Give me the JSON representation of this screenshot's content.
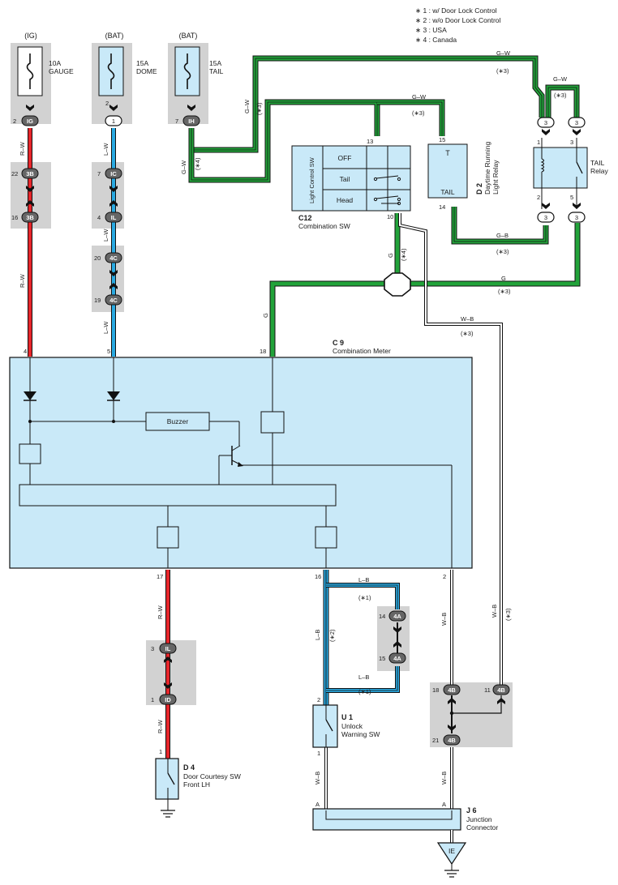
{
  "notes": [
    "∗ 1 : w/ Door Lock Control",
    "∗ 2 : w/o Door Lock Control",
    "∗ 3 : USA",
    "∗ 4 : Canada"
  ],
  "fuses": [
    {
      "source": "(IG)",
      "rating": "10A",
      "name": "GAUGE"
    },
    {
      "source": "(BAT)",
      "rating": "15A",
      "name": "DOME"
    },
    {
      "source": "(BAT)",
      "rating": "15A",
      "name": "TAIL"
    }
  ],
  "connectors": {
    "ig": "IG",
    "one": "1",
    "ih": "IH",
    "c3b": "3B",
    "ic": "IC",
    "il": "IL",
    "c4c": "4C",
    "c4a": "4A",
    "c4b": "4B",
    "id": "ID",
    "three": "3",
    "ie": "IE"
  },
  "pins": {
    "p2": "2",
    "p1": "1",
    "p7": "7",
    "p22": "22",
    "p16": "16",
    "p4": "4",
    "p20": "20",
    "p19": "19",
    "p5": "5",
    "p18": "18",
    "p13": "13",
    "p10": "10",
    "p15": "15",
    "p14": "14",
    "p3": "3",
    "p17": "17",
    "p11": "11",
    "p21": "21"
  },
  "wires": {
    "rw": "R–W",
    "lw": "L–W",
    "gw": "G–W",
    "g": "G",
    "gb": "G–B",
    "wb": "W–B",
    "lb": "L–B",
    "a": "A"
  },
  "variants": {
    "v1": "(∗1)",
    "v2": "(∗2)",
    "v3": "(∗3)",
    "v4": "(∗4)"
  },
  "components": {
    "combo_sw": {
      "code": "C12",
      "name": "Combination SW",
      "inner": "Light Control SW",
      "positions": [
        "OFF",
        "Tail",
        "Head"
      ]
    },
    "drl_relay": {
      "code": "D 2",
      "name1": "Daytime Running",
      "name2": "Light Relay",
      "t": "T",
      "tail": "TAIL"
    },
    "tail_relay": {
      "name1": "TAIL",
      "name2": "Relay"
    },
    "meter": {
      "code": "C 9",
      "name": "Combination Meter",
      "buzzer": "Buzzer"
    },
    "unlock_sw": {
      "code": "U 1",
      "name1": "Unlock",
      "name2": "Warning SW"
    },
    "door_sw": {
      "code": "D 4",
      "name1": "Door Courtesy SW",
      "name2": "Front LH"
    },
    "junction": {
      "code": "J 6",
      "name1": "Junction",
      "name2": "Connector"
    }
  },
  "colors": {
    "red": "#e8262b",
    "blue": "#29a9e1",
    "green": "#22a33a",
    "panel": "#d2d2d2",
    "fill": "#c9e9f8"
  }
}
